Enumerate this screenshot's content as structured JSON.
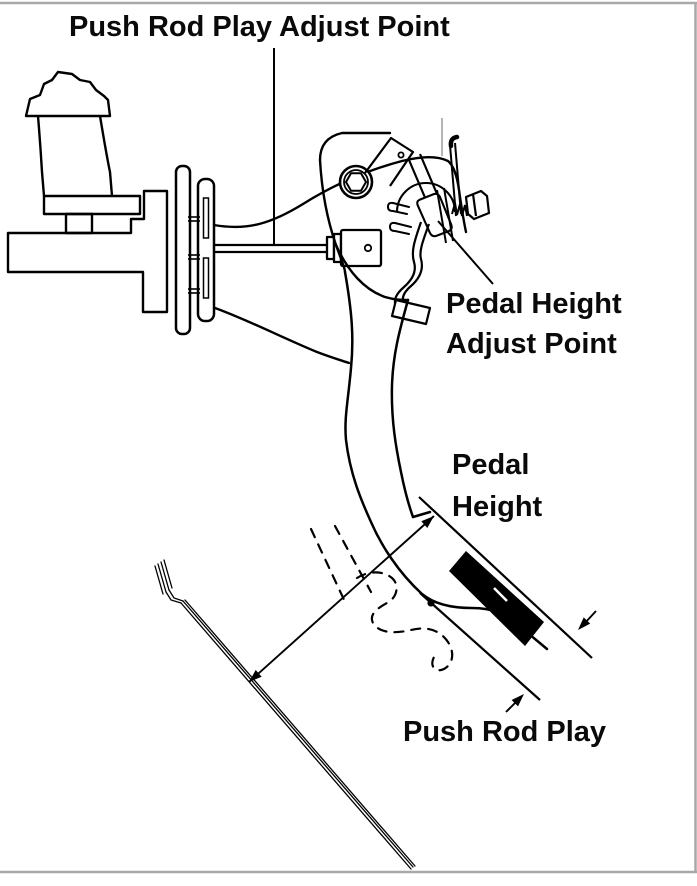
{
  "page": {
    "background_color": "#ffffff",
    "ink_color": "#000000",
    "frame_border_color": "#a8a8a8"
  },
  "diagram": {
    "type": "technical-line-drawing",
    "subject": "Clutch pedal height and push rod play adjustment",
    "labels": {
      "push_rod_play_adjust_point": "Push Rod Play Adjust Point",
      "pedal_height_adjust_point_line1": "Pedal Height",
      "pedal_height_adjust_point_line2": "Adjust Point",
      "pedal_height_line1": "Pedal",
      "pedal_height_line2": "Height",
      "push_rod_play": "Push Rod Play"
    },
    "parts": [
      "master-cylinder-reservoir",
      "master-cylinder-body",
      "mounting-flange-plates",
      "push-rod",
      "push-rod-clevis",
      "pivot-bracket",
      "pivot-hex-bolt",
      "pedal-height-adjust-bolt",
      "adjust-bolt-spring",
      "return-spring-hook",
      "pedal-arm",
      "pedal-pad",
      "pedal-depressed-dashed-outline",
      "floor-line",
      "pedal-height-dimension-line",
      "push-rod-play-dimension-arrows"
    ]
  }
}
